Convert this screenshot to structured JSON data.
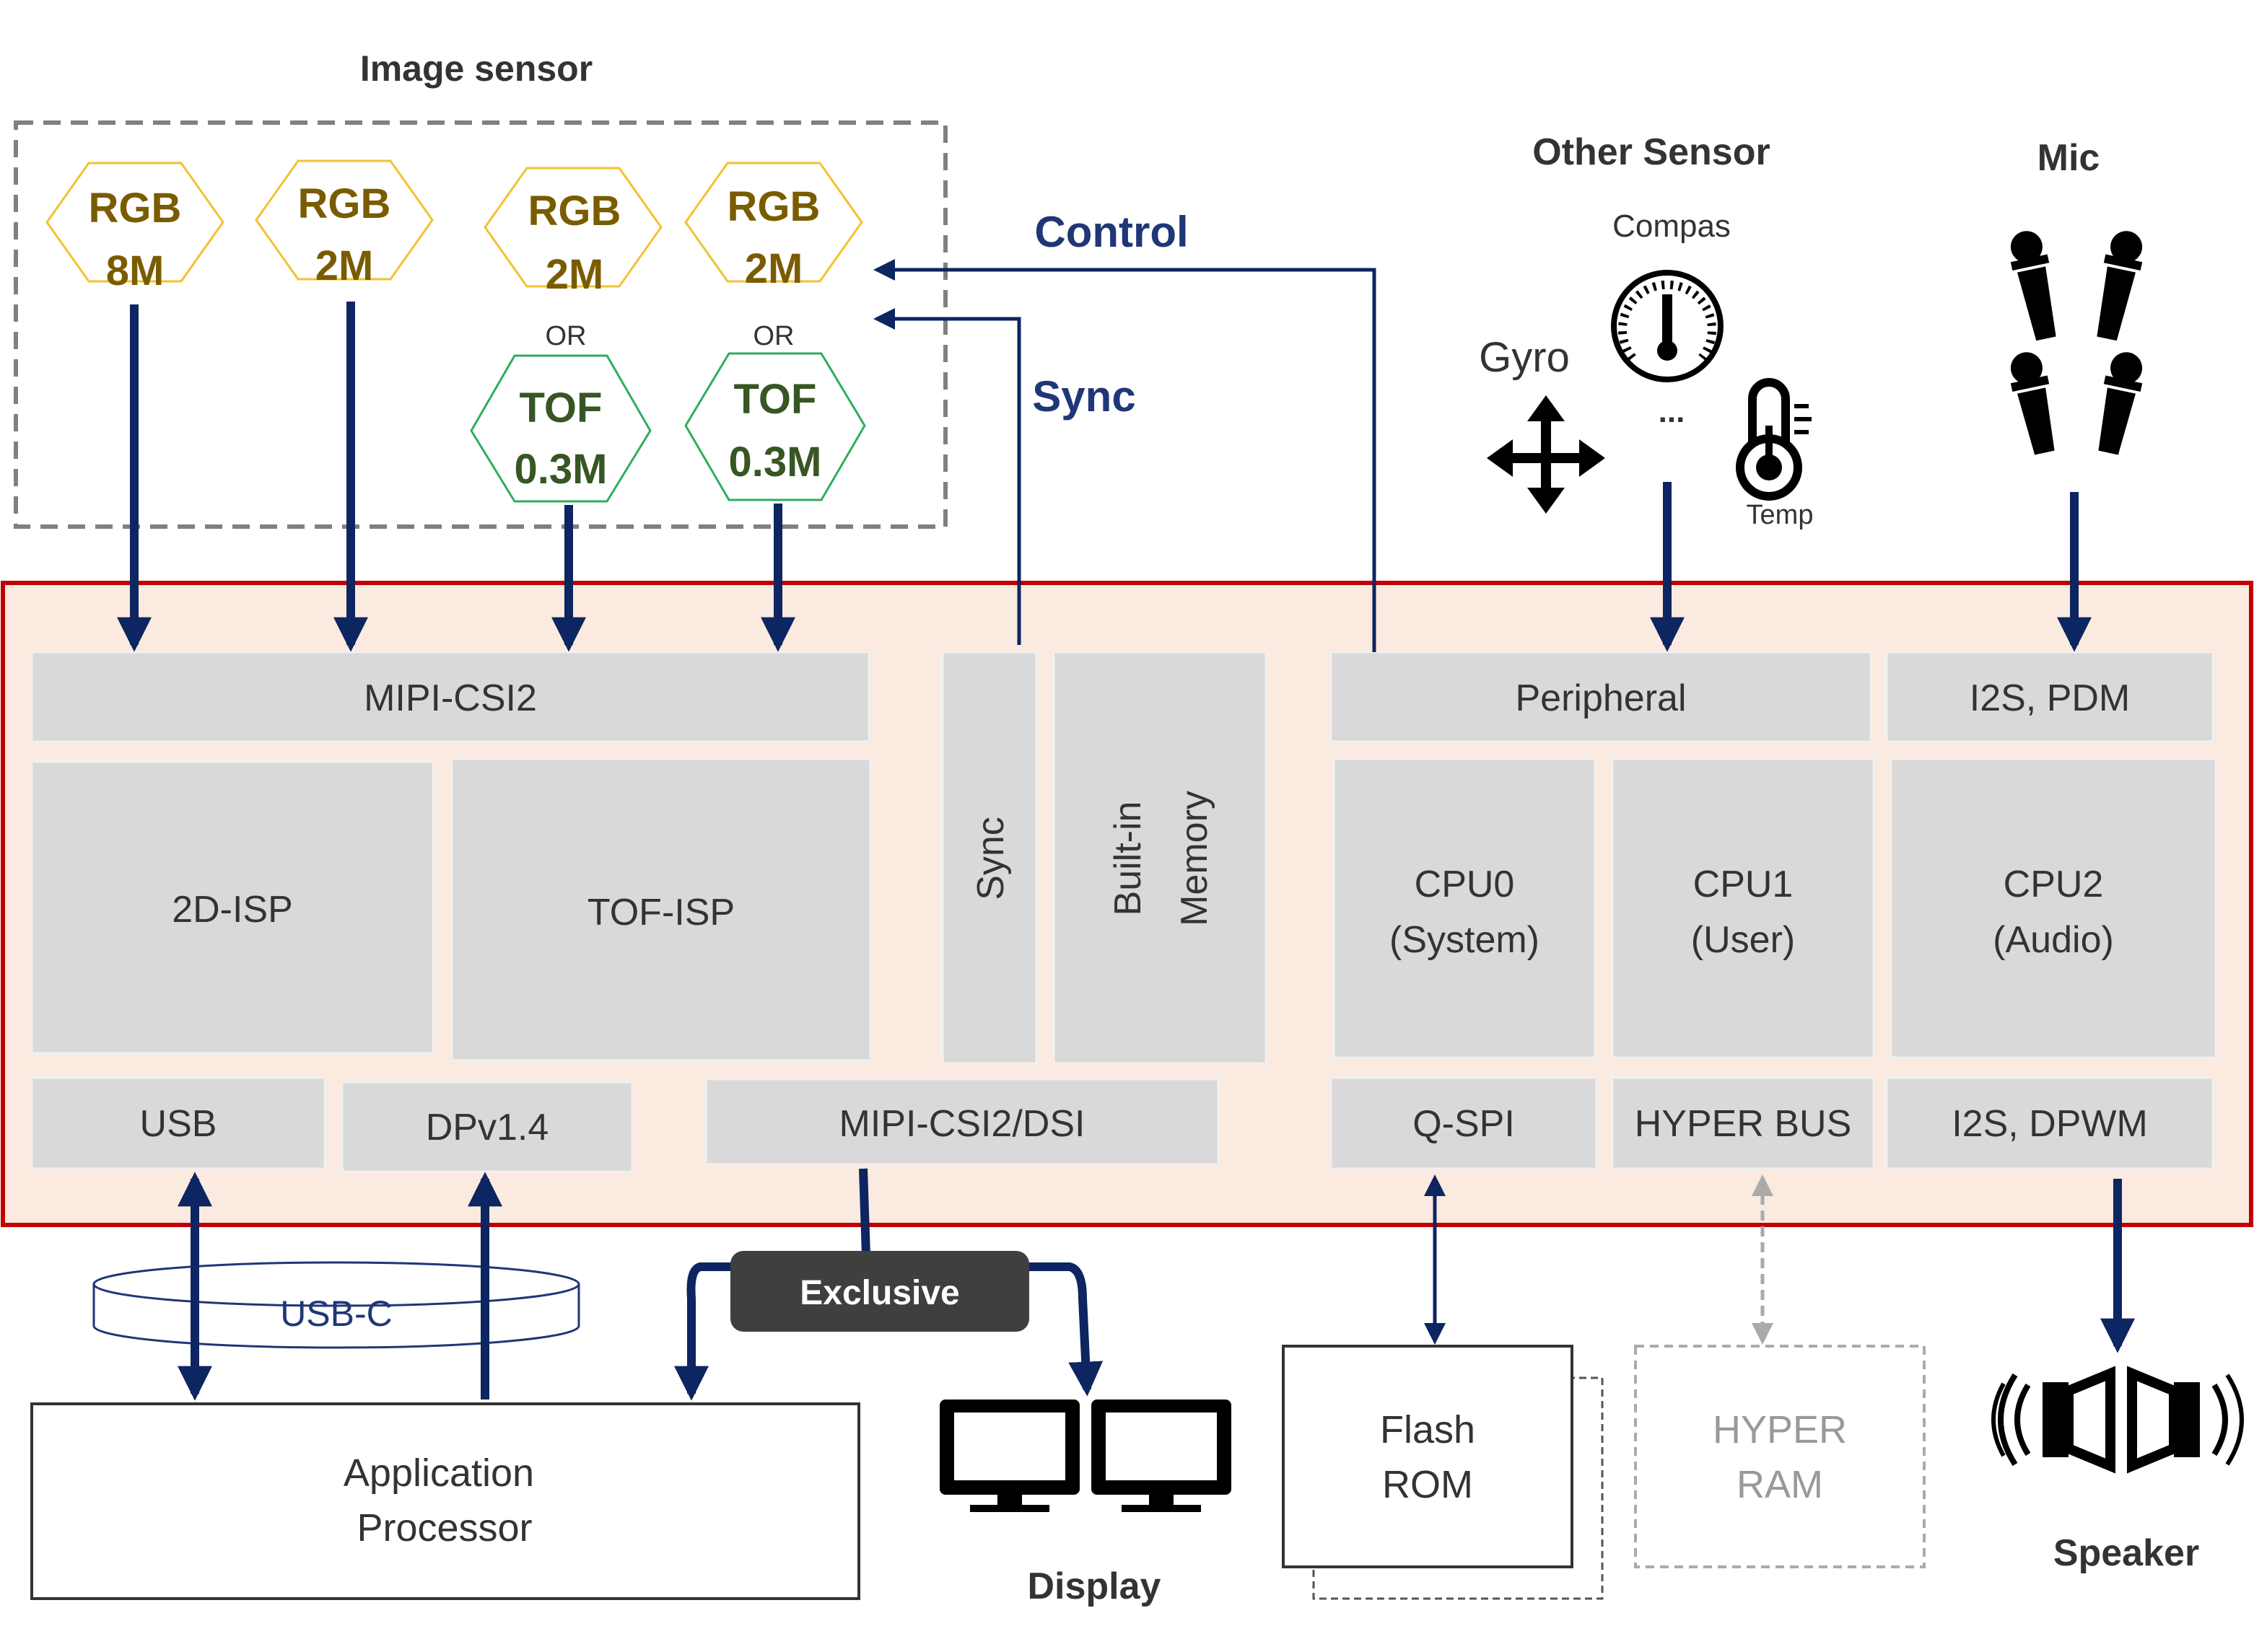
{
  "image_sensor": {
    "title": "Image sensor",
    "rgb8m": [
      "RGB",
      "8M"
    ],
    "rgb2m_a": [
      "RGB",
      "2M"
    ],
    "rgb2m_b": [
      "RGB",
      "2M"
    ],
    "rgb2m_c": [
      "RGB",
      "2M"
    ],
    "or_b": "OR",
    "or_c": "OR",
    "tof_b": [
      "TOF",
      "0.3M"
    ],
    "tof_c": [
      "TOF",
      "0.3M"
    ]
  },
  "links": {
    "control": "Control",
    "sync": "Sync"
  },
  "other_sensor": {
    "title": "Other Sensor",
    "compass": "Compas",
    "gyro": "Gyro",
    "ellipsis": "...",
    "temp": "Temp"
  },
  "mic": {
    "title": "Mic"
  },
  "soc": {
    "mipi_csi2": "MIPI-CSI2",
    "isp_2d": "2D-ISP",
    "isp_tof": "TOF-ISP",
    "sync": "Sync",
    "builtin_memory": [
      "Built-in",
      "Memory"
    ],
    "peripheral": "Peripheral",
    "i2s_pdm": "I2S, PDM",
    "cpu0": [
      "CPU0",
      "(System)"
    ],
    "cpu1": [
      "CPU1",
      "(User)"
    ],
    "cpu2": [
      "CPU2",
      "(Audio)"
    ],
    "usb": "USB",
    "dp": "DPv1.4",
    "mipi_dsi": "MIPI-CSI2/DSI",
    "qspi": "Q-SPI",
    "hyperbus": "HYPER BUS",
    "i2s_dpwm": "I2S, DPWM"
  },
  "external": {
    "usbc": "USB-C",
    "exclusive": "Exclusive",
    "app_processor": [
      "Application",
      "Processor"
    ],
    "display": "Display",
    "flash_rom": [
      "Flash",
      "ROM"
    ],
    "hyper_ram": [
      "HYPER",
      "RAM"
    ],
    "speaker": "Speaker"
  },
  "colors": {
    "arrow": "#0d2560",
    "soc_fill": "#fbeae0",
    "soc_border": "#c00000",
    "block": "#d9d9d9",
    "rgb": "#7a5c00",
    "rgb_border": "#f2c230",
    "tof": "#375623",
    "tof_border": "#2eae5d"
  }
}
